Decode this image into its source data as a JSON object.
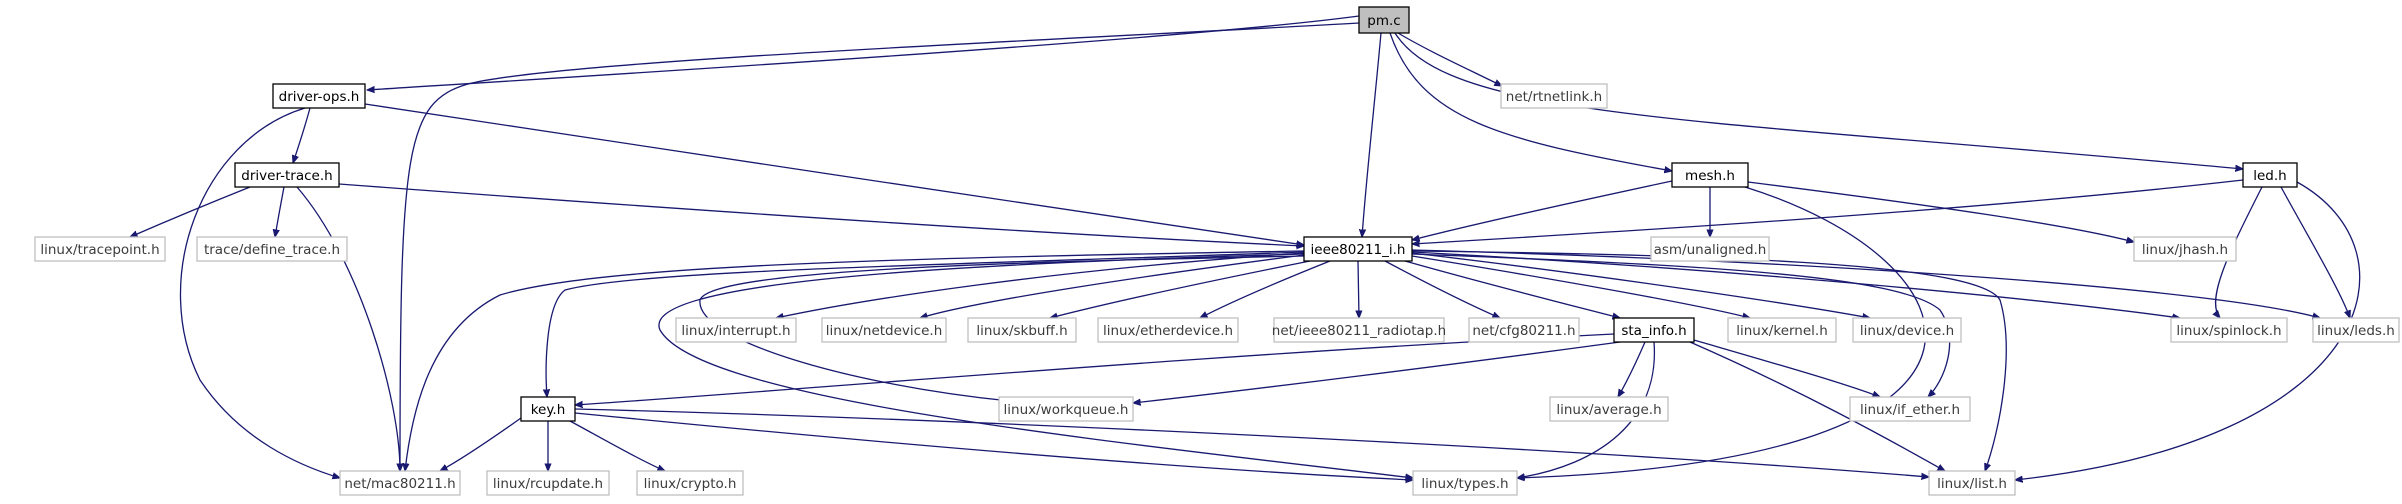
{
  "diagram": {
    "colors": {
      "edge": "#191970",
      "root_fill": "#bfbfbf",
      "node_border": "#000000",
      "external_border": "#bfbfbf",
      "background": "#ffffff"
    },
    "nodes": [
      {
        "id": "pm_c",
        "label": "pm.c",
        "kind": "root"
      },
      {
        "id": "driver_ops_h",
        "label": "driver-ops.h",
        "kind": "doc"
      },
      {
        "id": "net_rtnetlink_h",
        "label": "net/rtnetlink.h",
        "kind": "ext"
      },
      {
        "id": "driver_trace_h",
        "label": "driver-trace.h",
        "kind": "doc"
      },
      {
        "id": "mesh_h",
        "label": "mesh.h",
        "kind": "doc"
      },
      {
        "id": "led_h",
        "label": "led.h",
        "kind": "doc"
      },
      {
        "id": "linux_tracepoint_h",
        "label": "linux/tracepoint.h",
        "kind": "ext"
      },
      {
        "id": "trace_define_trace_h",
        "label": "trace/define_trace.h",
        "kind": "ext"
      },
      {
        "id": "ieee80211_i_h",
        "label": "ieee80211_i.h",
        "kind": "doc"
      },
      {
        "id": "asm_unaligned_h",
        "label": "asm/unaligned.h",
        "kind": "ext"
      },
      {
        "id": "linux_jhash_h",
        "label": "linux/jhash.h",
        "kind": "ext"
      },
      {
        "id": "linux_interrupt_h",
        "label": "linux/interrupt.h",
        "kind": "ext"
      },
      {
        "id": "linux_netdevice_h",
        "label": "linux/netdevice.h",
        "kind": "ext"
      },
      {
        "id": "linux_skbuff_h",
        "label": "linux/skbuff.h",
        "kind": "ext"
      },
      {
        "id": "linux_etherdevice_h",
        "label": "linux/etherdevice.h",
        "kind": "ext"
      },
      {
        "id": "net_ieee80211_radiotap_h",
        "label": "net/ieee80211_radiotap.h",
        "kind": "ext"
      },
      {
        "id": "net_cfg80211_h",
        "label": "net/cfg80211.h",
        "kind": "ext"
      },
      {
        "id": "sta_info_h",
        "label": "sta_info.h",
        "kind": "doc"
      },
      {
        "id": "linux_kernel_h",
        "label": "linux/kernel.h",
        "kind": "ext"
      },
      {
        "id": "linux_device_h",
        "label": "linux/device.h",
        "kind": "ext"
      },
      {
        "id": "linux_spinlock_h",
        "label": "linux/spinlock.h",
        "kind": "ext"
      },
      {
        "id": "linux_leds_h",
        "label": "linux/leds.h",
        "kind": "ext"
      },
      {
        "id": "key_h",
        "label": "key.h",
        "kind": "doc"
      },
      {
        "id": "linux_workqueue_h",
        "label": "linux/workqueue.h",
        "kind": "ext"
      },
      {
        "id": "linux_average_h",
        "label": "linux/average.h",
        "kind": "ext"
      },
      {
        "id": "linux_if_ether_h",
        "label": "linux/if_ether.h",
        "kind": "ext"
      },
      {
        "id": "net_mac80211_h",
        "label": "net/mac80211.h",
        "kind": "ext"
      },
      {
        "id": "linux_rcupdate_h",
        "label": "linux/rcupdate.h",
        "kind": "ext"
      },
      {
        "id": "linux_crypto_h",
        "label": "linux/crypto.h",
        "kind": "ext"
      },
      {
        "id": "linux_types_h",
        "label": "linux/types.h",
        "kind": "ext"
      },
      {
        "id": "linux_list_h",
        "label": "linux/list.h",
        "kind": "ext"
      }
    ],
    "edges": [
      {
        "from": "pm_c",
        "to": "driver_ops_h"
      },
      {
        "from": "pm_c",
        "to": "net_mac80211_h"
      },
      {
        "from": "pm_c",
        "to": "ieee80211_i_h"
      },
      {
        "from": "pm_c",
        "to": "mesh_h"
      },
      {
        "from": "pm_c",
        "to": "net_rtnetlink_h"
      },
      {
        "from": "pm_c",
        "to": "led_h"
      },
      {
        "from": "driver_ops_h",
        "to": "driver_trace_h"
      },
      {
        "from": "driver_ops_h",
        "to": "ieee80211_i_h"
      },
      {
        "from": "driver_ops_h",
        "to": "net_mac80211_h"
      },
      {
        "from": "driver_trace_h",
        "to": "linux_tracepoint_h"
      },
      {
        "from": "driver_trace_h",
        "to": "trace_define_trace_h"
      },
      {
        "from": "driver_trace_h",
        "to": "ieee80211_i_h"
      },
      {
        "from": "driver_trace_h",
        "to": "net_mac80211_h"
      },
      {
        "from": "mesh_h",
        "to": "ieee80211_i_h"
      },
      {
        "from": "mesh_h",
        "to": "asm_unaligned_h"
      },
      {
        "from": "mesh_h",
        "to": "linux_jhash_h"
      },
      {
        "from": "mesh_h",
        "to": "linux_types_h"
      },
      {
        "from": "led_h",
        "to": "ieee80211_i_h"
      },
      {
        "from": "led_h",
        "to": "linux_spinlock_h"
      },
      {
        "from": "led_h",
        "to": "linux_leds_h"
      },
      {
        "from": "led_h",
        "to": "linux_list_h"
      },
      {
        "from": "ieee80211_i_h",
        "to": "key_h"
      },
      {
        "from": "ieee80211_i_h",
        "to": "net_mac80211_h"
      },
      {
        "from": "ieee80211_i_h",
        "to": "linux_interrupt_h"
      },
      {
        "from": "ieee80211_i_h",
        "to": "linux_netdevice_h"
      },
      {
        "from": "ieee80211_i_h",
        "to": "linux_skbuff_h"
      },
      {
        "from": "ieee80211_i_h",
        "to": "linux_etherdevice_h"
      },
      {
        "from": "ieee80211_i_h",
        "to": "net_ieee80211_radiotap_h"
      },
      {
        "from": "ieee80211_i_h",
        "to": "net_cfg80211_h"
      },
      {
        "from": "ieee80211_i_h",
        "to": "sta_info_h"
      },
      {
        "from": "ieee80211_i_h",
        "to": "linux_kernel_h"
      },
      {
        "from": "ieee80211_i_h",
        "to": "linux_device_h"
      },
      {
        "from": "ieee80211_i_h",
        "to": "linux_spinlock_h"
      },
      {
        "from": "ieee80211_i_h",
        "to": "linux_leds_h"
      },
      {
        "from": "ieee80211_i_h",
        "to": "linux_workqueue_h"
      },
      {
        "from": "ieee80211_i_h",
        "to": "linux_types_h"
      },
      {
        "from": "ieee80211_i_h",
        "to": "linux_if_ether_h"
      },
      {
        "from": "ieee80211_i_h",
        "to": "linux_list_h"
      },
      {
        "from": "sta_info_h",
        "to": "key_h"
      },
      {
        "from": "sta_info_h",
        "to": "linux_workqueue_h"
      },
      {
        "from": "sta_info_h",
        "to": "linux_average_h"
      },
      {
        "from": "sta_info_h",
        "to": "linux_if_ether_h"
      },
      {
        "from": "sta_info_h",
        "to": "linux_types_h"
      },
      {
        "from": "sta_info_h",
        "to": "linux_list_h"
      },
      {
        "from": "key_h",
        "to": "net_mac80211_h"
      },
      {
        "from": "key_h",
        "to": "linux_rcupdate_h"
      },
      {
        "from": "key_h",
        "to": "linux_crypto_h"
      },
      {
        "from": "key_h",
        "to": "linux_types_h"
      },
      {
        "from": "key_h",
        "to": "linux_list_h"
      }
    ]
  }
}
